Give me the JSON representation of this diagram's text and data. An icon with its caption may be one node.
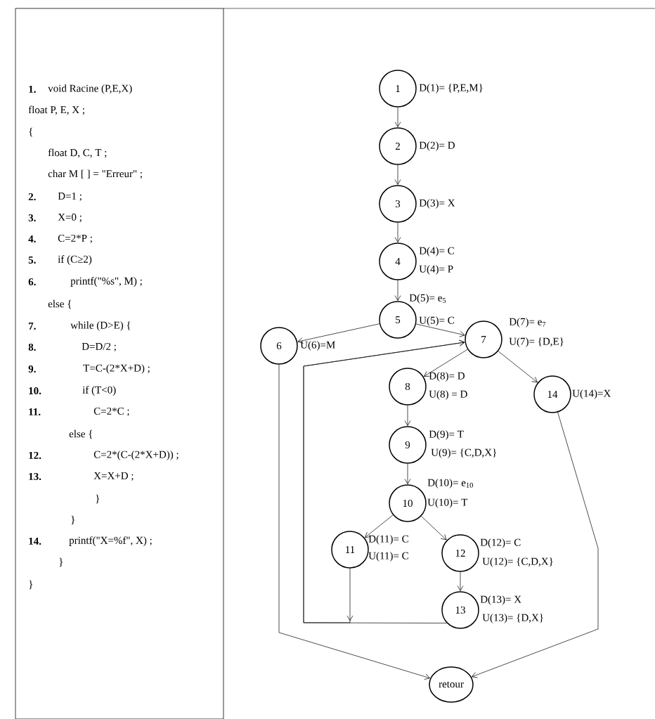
{
  "diagram": {
    "nodes": [
      {
        "text": [
          "1"
        ],
        "beside": [
          "D(1)= {P,E,M}"
        ]
      },
      {
        "text": [
          "2"
        ],
        "beside": [
          "D(2)= D"
        ]
      },
      {
        "text": [
          "3"
        ],
        "beside": [
          "D(3)= X"
        ]
      },
      {
        "text": [
          "4"
        ],
        "beside": [
          "D(4)= C",
          "U(4)= P"
        ]
      },
      {
        "text": [
          "5"
        ],
        "beside": [
          "D(5)= e$_{5}$",
          "U(5)= C"
        ]
      },
      {
        "text": [
          "6"
        ],
        "beside": [
          "U(6)=M"
        ]
      },
      {
        "text": [
          "7"
        ],
        "beside": [
          "D(7)= e$_{7}$",
          "U(7)= {D,E}"
        ]
      },
      {
        "text": [
          "8"
        ],
        "beside": [
          "D(8)= D",
          "U(8) = D"
        ]
      },
      {
        "text": [
          "9"
        ],
        "beside": [
          "D(9)= T",
          "U(9)= {C,D,X}"
        ]
      },
      {
        "text": [
          "10"
        ],
        "beside": [
          "D(10)= e$_{10}$",
          "U(10)= T"
        ]
      },
      {
        "text": [
          "11"
        ],
        "beside": [
          "D(11)= C",
          "U(11)= C"
        ]
      },
      {
        "text": [
          "12"
        ],
        "beside": [
          "D(12)= C",
          "U(12)= {C,D,X}"
        ]
      },
      {
        "text": [
          "13"
        ],
        "beside": [
          "D(13)= X",
          "U(13)= {D,X}"
        ]
      },
      {
        "text": [
          "14"
        ],
        "beside": [
          "U(14)=X"
        ]
      },
      {
        "text": [
          "retour"
        ]
      }
    ],
    "edges": [
      {
        "from": 0,
        "to": 1,
        "arrow": "to"
      },
      {
        "from": 1,
        "to": 2,
        "arrow": "to"
      },
      {
        "from": 2,
        "to": 3,
        "arrow": "to"
      },
      {
        "from": 3,
        "to": 4,
        "arrow": "to"
      },
      {
        "from": 4,
        "to": 5,
        "arrow": "to"
      },
      {
        "from": 4,
        "to": 6,
        "arrow": "to"
      },
      {
        "from": 6,
        "to": 7,
        "arrow": "to"
      },
      {
        "from": 7,
        "to": 8,
        "arrow": "to"
      },
      {
        "from": 8,
        "to": 9,
        "arrow": "to"
      },
      {
        "from": 9,
        "to": 10,
        "arrow": "to"
      },
      {
        "from": 9,
        "to": 11,
        "arrow": "to"
      },
      {
        "from": 11,
        "to": 12,
        "arrow": "to"
      },
      {
        "from": 6,
        "to": 13,
        "arrow": "to"
      },
      {
        "from": 10,
        "to": 6,
        "arrow": "to"
      },
      {
        "from": 12,
        "to": 6,
        "arrow": "to"
      },
      {
        "from": 5,
        "to": 14,
        "arrow": "to"
      },
      {
        "from": 13,
        "to": 14,
        "arrow": "to"
      }
    ],
    "labels": [
      "1.",
      "void Racine (P,E,X)",
      "float P, E, X ;",
      "{",
      "float D, C, T ;",
      "char M [ ] = \"Erreur\" ;",
      "2.",
      "D=1 ;",
      "3.",
      "X=0 ;",
      "4.",
      "C=2*P ;",
      "5.",
      "if (C≥2)",
      "6.",
      "printf(\"%s\", M) ;",
      "else {",
      "7.",
      "while (D>E) {",
      "8.",
      "D=D/2 ;",
      "9.",
      "T=C-(2*X+D) ;",
      "10.",
      "if (T<0)",
      "11.",
      "C=2*C ;",
      "else {",
      "12.",
      "C=2*(C-(2*X+D)) ;",
      "13.",
      "X=X+D ;",
      "}",
      "}",
      "14.",
      "printf(\"X=%f\", X) ;",
      "}",
      "}"
    ]
  }
}
